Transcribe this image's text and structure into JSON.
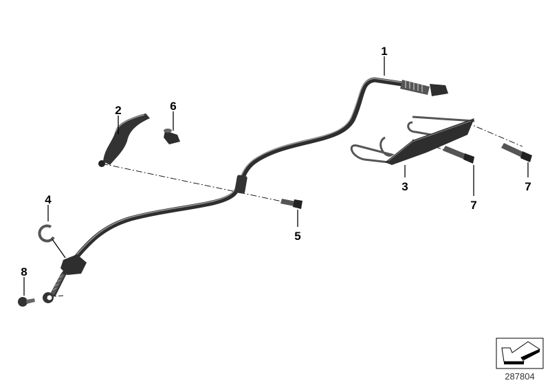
{
  "diagram": {
    "callouts": [
      {
        "id": "1",
        "label": "1"
      },
      {
        "id": "2",
        "label": "2"
      },
      {
        "id": "3",
        "label": "3"
      },
      {
        "id": "4",
        "label": "4"
      },
      {
        "id": "5",
        "label": "5"
      },
      {
        "id": "6",
        "label": "6"
      },
      {
        "id": "7a",
        "label": "7"
      },
      {
        "id": "7b",
        "label": "7"
      },
      {
        "id": "8",
        "label": "8"
      }
    ],
    "diagram_number": "287804",
    "colors": {
      "part": "#3a3a3a",
      "highlight": "#8a8a8a",
      "line": "#000000"
    }
  }
}
